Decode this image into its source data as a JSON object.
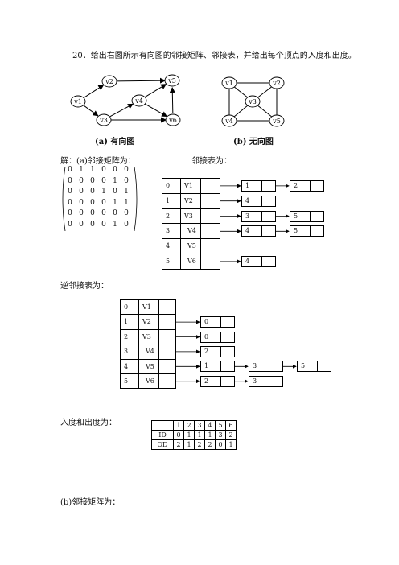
{
  "question": "20．给出右图所示有向图的邻接矩阵、邻接表，并给出每个顶点的入度和出度。",
  "graph_a": {
    "caption": "(a) 有向图",
    "nodes": [
      {
        "id": "v1",
        "label": "v1"
      },
      {
        "id": "v2",
        "label": "v2"
      },
      {
        "id": "v3",
        "label": "v3"
      },
      {
        "id": "v4",
        "label": "v4"
      },
      {
        "id": "v5",
        "label": "v5"
      },
      {
        "id": "v6",
        "label": "v6"
      }
    ],
    "edges": [
      [
        "v1",
        "v2"
      ],
      [
        "v1",
        "v3"
      ],
      [
        "v2",
        "v5"
      ],
      [
        "v3",
        "v4"
      ],
      [
        "v3",
        "v6"
      ],
      [
        "v4",
        "v5"
      ],
      [
        "v4",
        "v6"
      ],
      [
        "v6",
        "v5"
      ]
    ]
  },
  "graph_b": {
    "caption": "(b) 无向图",
    "nodes": [
      {
        "id": "v1",
        "label": "v1"
      },
      {
        "id": "v2",
        "label": "v2"
      },
      {
        "id": "v3",
        "label": "v3"
      },
      {
        "id": "v4",
        "label": "v4"
      },
      {
        "id": "v5",
        "label": "v5"
      }
    ],
    "edges": [
      [
        "v1",
        "v2"
      ],
      [
        "v1",
        "v3"
      ],
      [
        "v1",
        "v4"
      ],
      [
        "v2",
        "v3"
      ],
      [
        "v2",
        "v5"
      ],
      [
        "v3",
        "v4"
      ],
      [
        "v3",
        "v5"
      ],
      [
        "v4",
        "v5"
      ]
    ]
  },
  "answer": {
    "solution_label": "解：(a)邻接矩阵为：",
    "adjlist_label": "邻接表为：",
    "matrix": [
      [
        "0",
        "1",
        "1",
        "0",
        "0",
        "0"
      ],
      [
        "0",
        "0",
        "0",
        "0",
        "1",
        "0"
      ],
      [
        "0",
        "0",
        "0",
        "1",
        "0",
        "1"
      ],
      [
        "0",
        "0",
        "0",
        "0",
        "1",
        "1"
      ],
      [
        "0",
        "0",
        "0",
        "0",
        "0",
        "0"
      ],
      [
        "0",
        "0",
        "0",
        "0",
        "1",
        "0"
      ]
    ],
    "adjacency_list": [
      {
        "index": "0",
        "vertex": "V1",
        "links": [
          "1",
          "2"
        ]
      },
      {
        "index": "1",
        "vertex": "V2",
        "links": [
          "4"
        ]
      },
      {
        "index": "2",
        "vertex": "V3",
        "links": [
          "3",
          "5"
        ]
      },
      {
        "index": "3",
        "vertex": "V4",
        "links": [
          "4",
          "5"
        ]
      },
      {
        "index": "4",
        "vertex": "V5",
        "links": []
      },
      {
        "index": "5",
        "vertex": "V6",
        "links": [
          "4"
        ]
      }
    ],
    "inverse_label": "逆邻接表为：",
    "inverse_list": [
      {
        "index": "0",
        "vertex": "V1",
        "links": []
      },
      {
        "index": "1",
        "vertex": "V2",
        "links": [
          "0"
        ]
      },
      {
        "index": "2",
        "vertex": "V3",
        "links": [
          "0"
        ]
      },
      {
        "index": "3",
        "vertex": "V4",
        "links": [
          "2"
        ]
      },
      {
        "index": "4",
        "vertex": "V5",
        "links": [
          "1",
          "3",
          "5"
        ]
      },
      {
        "index": "5",
        "vertex": "V6",
        "links": [
          "2",
          "3"
        ]
      }
    ],
    "degree_label": "入度和出度为：",
    "degree_table": {
      "header": [
        "",
        "1",
        "2",
        "3",
        "4",
        "5",
        "6"
      ],
      "rows": [
        [
          "ID",
          "0",
          "1",
          "1",
          "1",
          "3",
          "2"
        ],
        [
          "OD",
          "2",
          "1",
          "2",
          "2",
          "0",
          "1"
        ]
      ]
    },
    "part_b_label": "(b)邻接矩阵为："
  }
}
